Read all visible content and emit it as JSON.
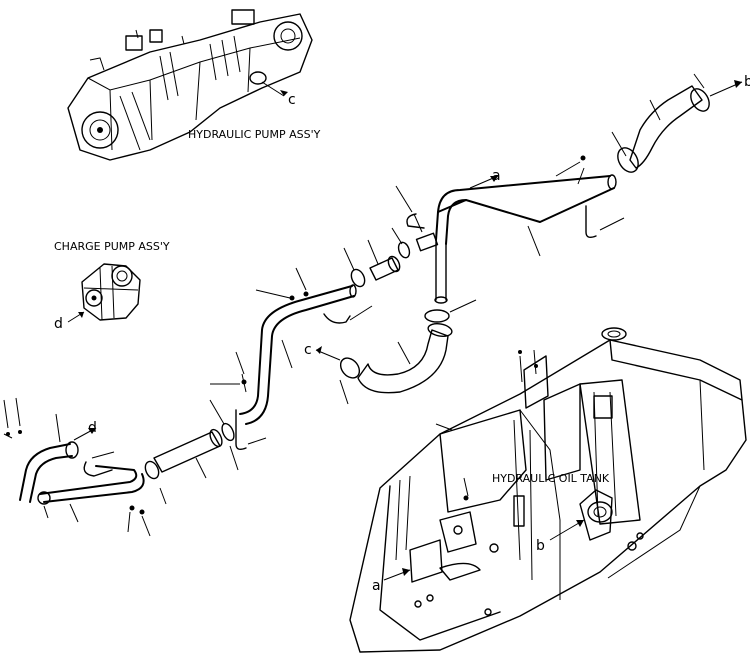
{
  "labels": {
    "hydraulic_pump": "HYDRAULIC PUMP ASS'Y",
    "charge_pump": "CHARGE PUMP ASS'Y",
    "hydraulic_oil_tank": "HYDRAULIC OIL TANK"
  },
  "callouts": {
    "a1": "a",
    "a2": "a",
    "b1": "b",
    "b2": "b",
    "c1": "c",
    "c2": "c",
    "d1": "d",
    "d2": "d"
  }
}
